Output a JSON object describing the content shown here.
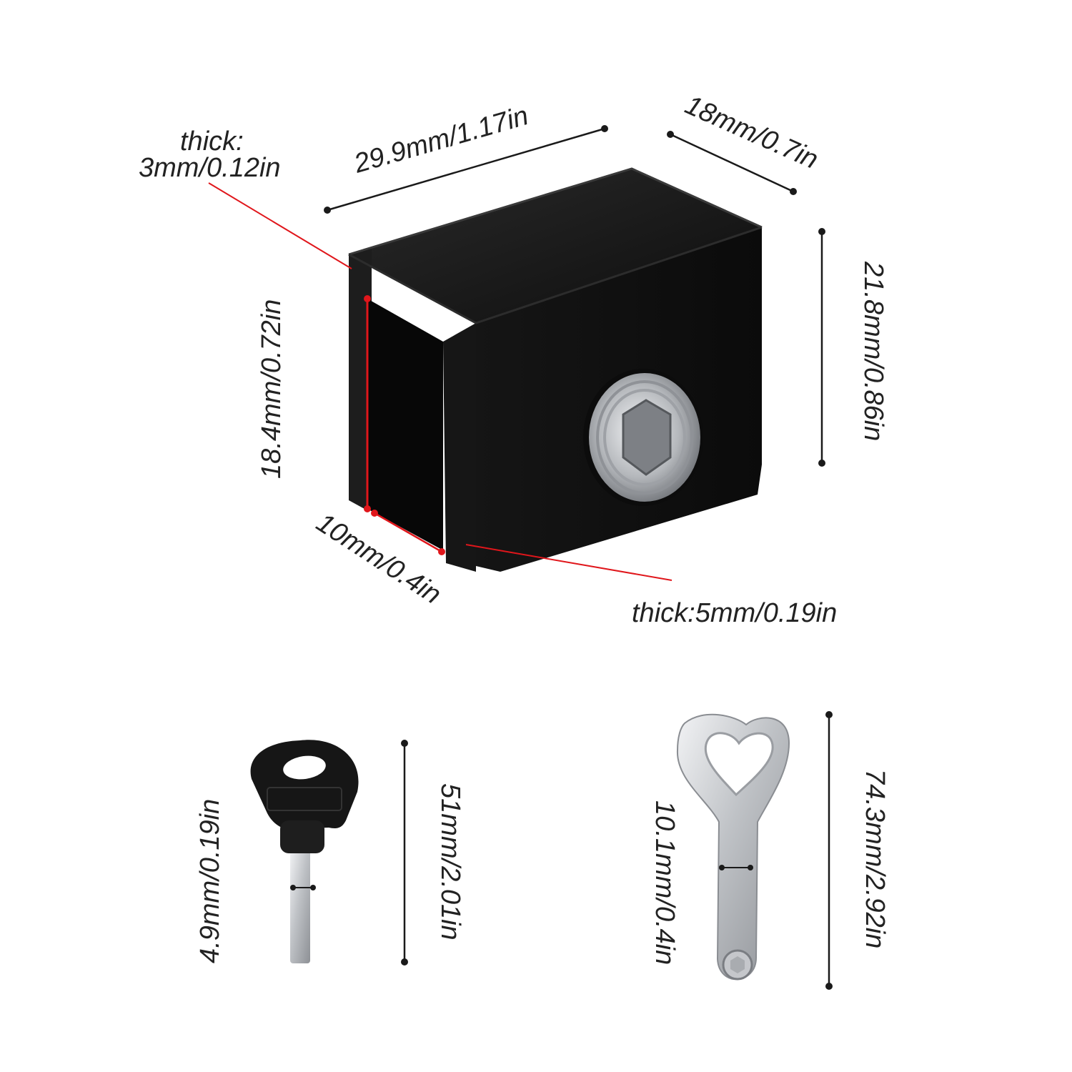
{
  "lock": {
    "name": "window-lock-body",
    "labels": {
      "width": "29.9mm/1.17in",
      "depth": "18mm/0.7in",
      "height": "21.8mm/0.86in",
      "inner_height": "18.4mm/0.72in",
      "gap": "10mm/0.4in",
      "thick_top_line1": "thick:",
      "thick_top_line2": "3mm/0.12in",
      "thick_side": "thick:5mm/0.19in"
    }
  },
  "key": {
    "labels": {
      "length": "51mm/2.01in",
      "shaft": "4.9mm/0.19in"
    }
  },
  "wrench": {
    "labels": {
      "length": "74.3mm/2.92in",
      "width": "10.1mm/0.4in"
    }
  },
  "colors": {
    "dimension_line": "#1a1a1a",
    "accent_line": "#e0161b",
    "body": "#111111",
    "metal": "#c9cbcf"
  }
}
